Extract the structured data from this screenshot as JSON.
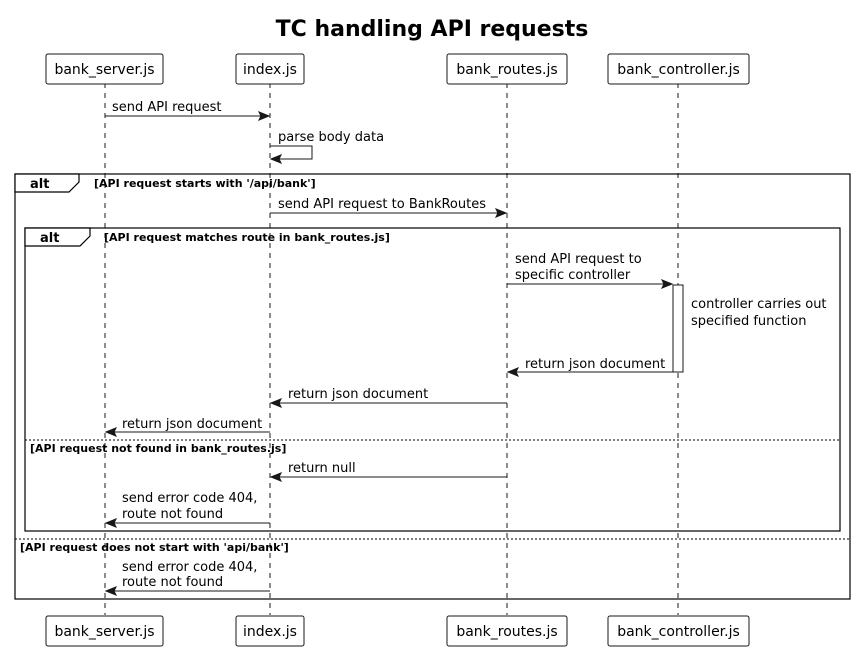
{
  "title": "TC handling API requests",
  "participants": {
    "p0": "bank_server.js",
    "p1": "index.js",
    "p2": "bank_routes.js",
    "p3": "bank_controller.js"
  },
  "messages": {
    "m0": "send API request",
    "m1": "parse body data",
    "m2": "send API request to BankRoutes",
    "m3_line1": "send API request to",
    "m3_line2": "specific controller",
    "m4_line1": "controller carries out",
    "m4_line2": "specified function",
    "m5": "return json document",
    "m6": "return json document",
    "m7": "return json document",
    "m8": "return null",
    "m9_line1": "send error code 404,",
    "m9_line2": "route not found",
    "m10_line1": "send error code 404,",
    "m10_line2": "route not found"
  },
  "fragments": {
    "outer_op": "alt",
    "outer_guard": "[API request starts with '/api/bank']",
    "outer_else": "[API request does not start with 'api/bank']",
    "inner_op": "alt",
    "inner_guard": "[API request matches route in bank_routes.js]",
    "inner_else": "[API request not found in bank_routes.js]"
  },
  "icons": {
    "arrow": "filled-arrow-head"
  }
}
